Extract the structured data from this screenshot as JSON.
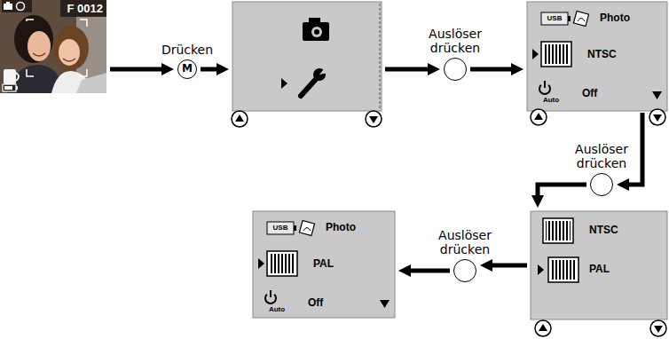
{
  "diagram": {
    "nodes": [
      {
        "text": [
          "F 0012"
        ]
      },
      {
        "text": [
          "Drücken",
          "M"
        ]
      },
      {
        "text": []
      },
      {
        "text": [
          "Auslöser drücken"
        ]
      },
      {
        "text": [
          "USB",
          "Photo",
          "NTSC",
          "Auto",
          "Off"
        ]
      },
      {
        "text": [
          "Auslöser drücken"
        ]
      },
      {
        "text": [
          "NTSC",
          "PAL"
        ]
      },
      {
        "text": [
          "Auslöser drücken"
        ]
      },
      {
        "text": [
          "USB",
          "Photo",
          "PAL",
          "Auto",
          "Off"
        ]
      }
    ],
    "edges": [
      {
        "from": 0,
        "to": 1,
        "arrow": "to"
      },
      {
        "from": 1,
        "to": 2,
        "arrow": "to"
      },
      {
        "from": 2,
        "to": 3,
        "arrow": "to"
      },
      {
        "from": 3,
        "to": 4,
        "arrow": "to"
      },
      {
        "from": 4,
        "to": 5,
        "arrow": "to"
      },
      {
        "from": 5,
        "to": 6,
        "arrow": "to"
      },
      {
        "from": 6,
        "to": 7,
        "arrow": "to"
      },
      {
        "from": 7,
        "to": 8,
        "arrow": "to"
      }
    ]
  }
}
